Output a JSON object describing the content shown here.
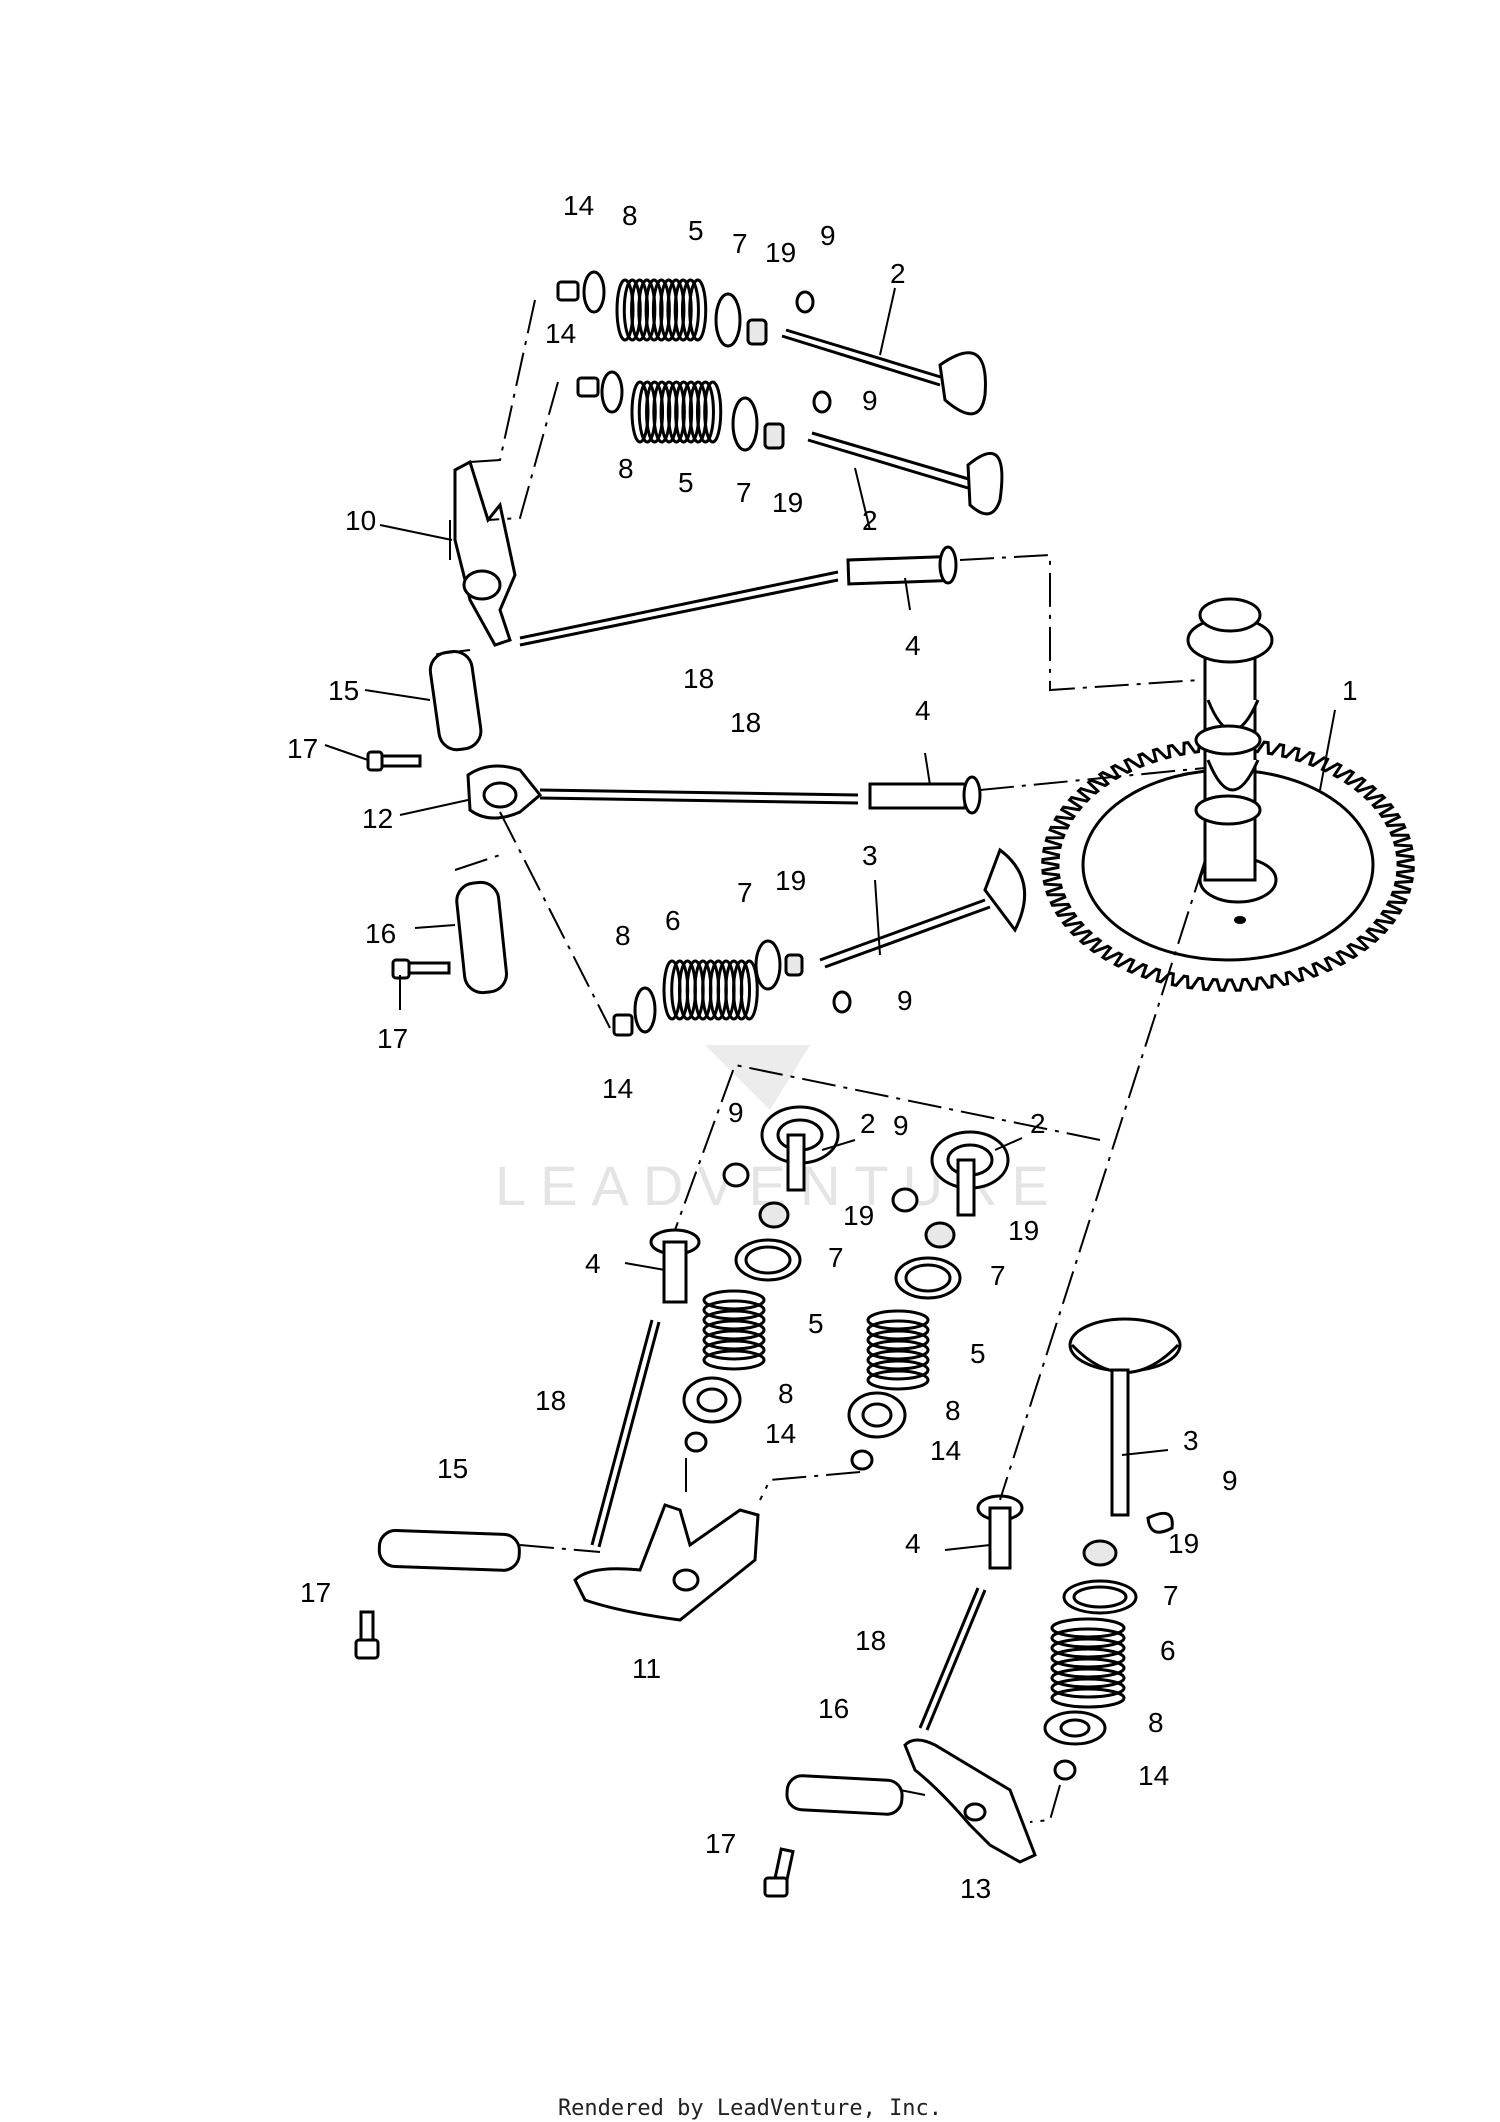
{
  "watermark": "LEADVENTURE",
  "footer": "Rendered by LeadVenture, Inc.",
  "callouts": {
    "c1": "1",
    "c2a": "2",
    "c2b": "2",
    "c2c": "2",
    "c2d": "2",
    "c3a": "3",
    "c3b": "3",
    "c4a": "4",
    "c4b": "4",
    "c4c": "4",
    "c4d": "4",
    "c5a": "5",
    "c5b": "5",
    "c5c": "5",
    "c5d": "5",
    "c6a": "6",
    "c6b": "6",
    "c7a": "7",
    "c7b": "7",
    "c7c": "7",
    "c7d": "7",
    "c7e": "7",
    "c7f": "7",
    "c8a": "8",
    "c8b": "8",
    "c8c": "8",
    "c8d": "8",
    "c8e": "8",
    "c8f": "8",
    "c9a": "9",
    "c9b": "9",
    "c9c": "9",
    "c9d": "9",
    "c9e": "9",
    "c9f": "9",
    "c10": "10",
    "c11": "11",
    "c12": "12",
    "c13": "13",
    "c14a": "14",
    "c14b": "14",
    "c14c": "14",
    "c14d": "14",
    "c14e": "14",
    "c14f": "14",
    "c15a": "15",
    "c15b": "15",
    "c16a": "16",
    "c16b": "16",
    "c17a": "17",
    "c17b": "17",
    "c17c": "17",
    "c17d": "17",
    "c18a": "18",
    "c18b": "18",
    "c18c": "18",
    "c18d": "18",
    "c19a": "19",
    "c19b": "19",
    "c19c": "19",
    "c19d": "19",
    "c19e": "19",
    "c19f": "19"
  }
}
